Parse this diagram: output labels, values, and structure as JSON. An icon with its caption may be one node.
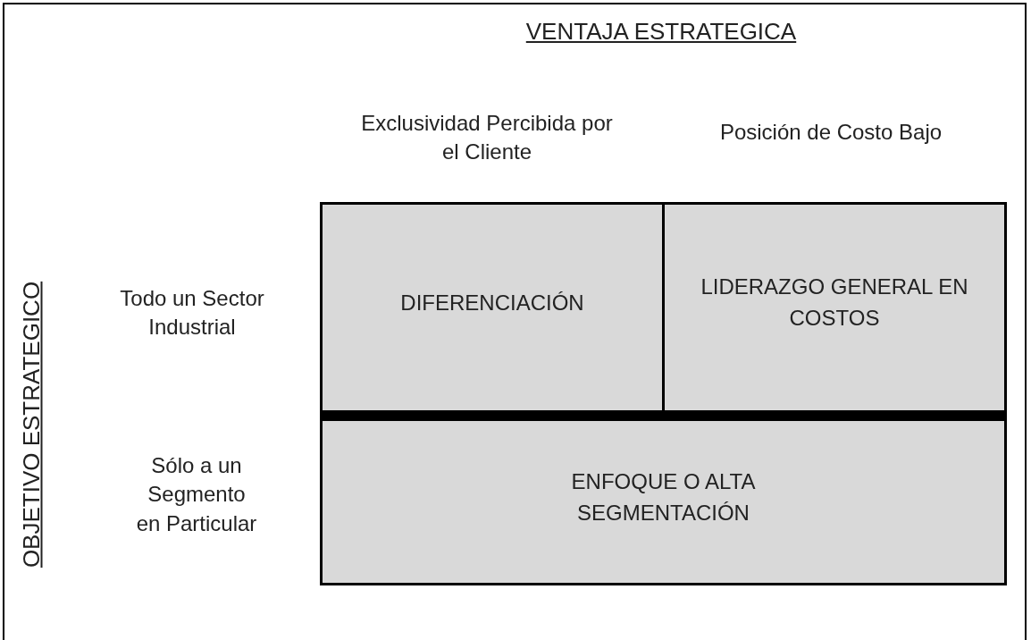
{
  "diagram": {
    "title": "VENTAJA ESTRATEGICA",
    "nodes": [
      {
        "text": [
          "DIFERENCIACIÓN"
        ]
      },
      {
        "text": [
          "LIDERAZGO GENERAL EN COSTOS"
        ]
      },
      {
        "text": [
          "ENFOQUE O ALTA SEGMENTACIÓN"
        ]
      }
    ],
    "labels": [
      "Exclusividad Percibida por el Cliente",
      "Posición de Costo Bajo",
      "OBJETIVO ESTRATEGICO",
      "Todo un Sector Industrial",
      "Sólo a un Segmento en Particular"
    ]
  }
}
